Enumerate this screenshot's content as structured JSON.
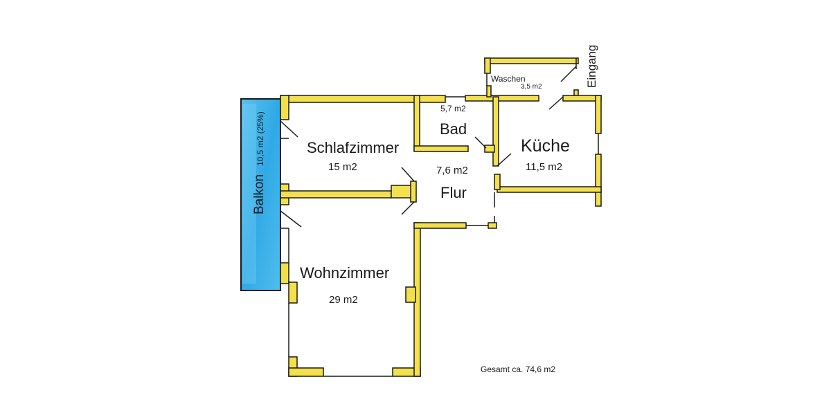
{
  "floorplan": {
    "colors": {
      "wall": "#f4e04d",
      "wall_edge": "#1a1a1a",
      "balcony": "#3fb4ea",
      "background": "#ffffff"
    },
    "rooms": {
      "schlafzimmer": {
        "name": "Schlafzimmer",
        "area": "15 m2"
      },
      "wohnzimmer": {
        "name": "Wohnzimmer",
        "area": "29 m2"
      },
      "bad": {
        "name": "Bad",
        "area": "5,7 m2"
      },
      "flur": {
        "name": "Flur",
        "area": "7,6 m2"
      },
      "kueche": {
        "name": "Küche",
        "area": "11,5 m2"
      },
      "waschen": {
        "name": "Waschen",
        "area": "3,5 m2"
      },
      "balkon": {
        "name": "Balkon",
        "area": "10,5 m2 (25%)"
      }
    },
    "entrance_label": "Eingang",
    "total": "Gesamt ca. 74,6 m2"
  }
}
